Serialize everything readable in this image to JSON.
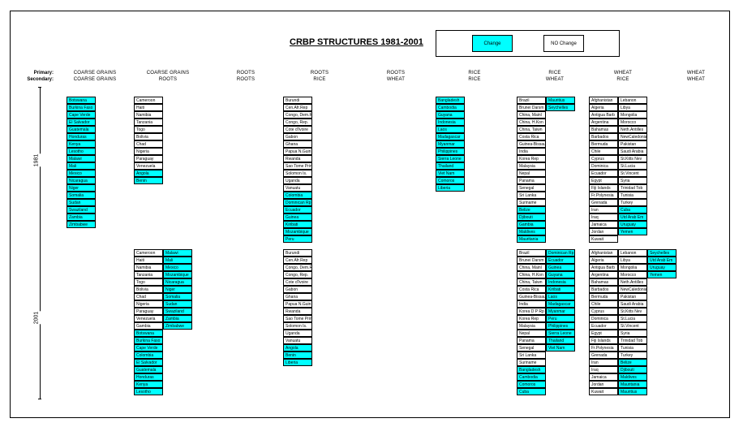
{
  "title": "CRBP STRUCTURES 1981-2001",
  "legend": {
    "change": "Change",
    "no_change": "NO Change"
  },
  "colors": {
    "change": "#00ffff",
    "no_change": "#ffffff"
  },
  "row_labels": {
    "primary": "Primary:",
    "secondary": "Secondary:"
  },
  "years": [
    "1981",
    "2001"
  ],
  "columns": [
    {
      "primary": "COARSE GRAINS",
      "secondary": "COARSE GRAINS"
    },
    {
      "primary": "COARSE GRAINS",
      "secondary": "ROOTS"
    },
    {
      "primary": "ROOTS",
      "secondary": "ROOTS"
    },
    {
      "primary": "ROOTS",
      "secondary": "RICE"
    },
    {
      "primary": "ROOTS",
      "secondary": "WHEAT"
    },
    {
      "primary": "RICE",
      "secondary": "RICE"
    },
    {
      "primary": "RICE",
      "secondary": "WHEAT"
    },
    {
      "primary": "WHEAT",
      "secondary": "RICE"
    },
    {
      "primary": "WHEAT",
      "secondary": "WHEAT"
    }
  ],
  "groups": [
    {
      "year": "1981",
      "column": 0,
      "nochange": [],
      "change": [
        "Botswana",
        "Burkina Faso",
        "Cape Verde",
        "El Salvador",
        "Guatemala",
        "Honduras",
        "Kenya",
        "Lesotho",
        "Malawi",
        "Mali",
        "Mexico",
        "Nicaragua",
        "Niger",
        "Somalia",
        "Sudan",
        "Swaziland",
        "Zambia",
        "Zimbabwe"
      ]
    },
    {
      "year": "1981",
      "column": 1,
      "nochange": [
        "Cameroon",
        "Haiti",
        "Namibia",
        "Tanzania",
        "Togo",
        "Bolivia",
        "Chad",
        "Nigeria",
        "Paraguay",
        "Venezuela"
      ],
      "change": [
        "Angola",
        "Benin"
      ]
    },
    {
      "year": "1981",
      "column": 3,
      "nochange": [
        "Burundi",
        "Cen.Afr.Rep",
        "Congo, Dem.R",
        "Congo, Rep.",
        "Cote d'Ivoire",
        "Gabon",
        "Ghana",
        "Papua N.Guin",
        "Rwanda",
        "Sao Tome Prin",
        "Solomon Is.",
        "Uganda",
        "Vanuatu"
      ],
      "change": [
        "Colombia",
        "Dominican Rp",
        "Ecuador",
        "Guinea",
        "Kiribati",
        "Mozambique",
        "Peru"
      ]
    },
    {
      "year": "1981",
      "column": 5,
      "nochange": [],
      "change": [
        "Bangladesh",
        "Cambodia",
        "Guyana",
        "Indonesia",
        "Laos",
        "Madagascar",
        "Myanmar",
        "Philippines",
        "Sierra Leone",
        "Thailand",
        "Viet Nam",
        "Comoros",
        "Liberia"
      ]
    },
    {
      "year": "1981",
      "column": 6,
      "nochange": [
        "Brazil",
        "Brunei Darsm",
        "China, Mainl",
        "China, H.Kon",
        "China, Taiwn",
        "Costa Rica",
        "Guinea-Bissau",
        "India",
        "Korea Rep",
        "Malaysia",
        "Nepal",
        "Panama",
        "Senegal",
        "Sri Lanka",
        "Suriname"
      ],
      "change": [
        "Belize",
        "Djibouti",
        "Gambia",
        "Maldives",
        "Mauritania",
        "Mauritius",
        "Seychelles"
      ]
    },
    {
      "year": "1981",
      "column": 7,
      "nochange": [
        "Afghanistan",
        "Algeria",
        "Antigua Barb",
        "Argentina",
        "Bahamas",
        "Barbados",
        "Bermuda",
        "Chile",
        "Cyprus",
        "Dominica",
        "Ecuador",
        "Egypt",
        "Fiji Islands",
        "Fr.Polynesia",
        "Grenada",
        "Iran",
        "Iraq",
        "Jamaica",
        "Jordan",
        "Kuwait",
        "Lebanon",
        "Libya",
        "Mongolia",
        "Morocco",
        "Neth.Antilles",
        "NewCaledonia",
        "Pakistan",
        "Saudi Arabia",
        "St.Kitts Nev",
        "St.Lucia",
        "St.Vincent",
        "Syria",
        "Trinidad Tob",
        "Tunisia",
        "Turkey"
      ],
      "change": [
        "Cuba",
        "Utd Arab Em",
        "Uruguay",
        "Yemen"
      ]
    },
    {
      "year": "2001",
      "column": 1,
      "nochange": [
        "Cameroon",
        "Haiti",
        "Namibia",
        "Tanzania",
        "Togo",
        "Bolivia",
        "Chad",
        "Nigeria",
        "Paraguay",
        "Venezuela",
        "Gambia"
      ],
      "change": [
        "Botswana",
        "Burkina Faso",
        "Cape Verde",
        "Colombia",
        "El Salvador",
        "Guatemala",
        "Honduras",
        "Kenya",
        "Lesotho",
        "Malawi",
        "Mali",
        "Mexico",
        "Mozambique",
        "Nicaragua",
        "Niger",
        "Somalia",
        "Sudan",
        "Swaziland",
        "Zambia",
        "Zimbabwe"
      ]
    },
    {
      "year": "2001",
      "column": 3,
      "nochange": [
        "Burundi",
        "Cen.Afr.Rep",
        "Congo, Dem.R",
        "Congo, Rep.",
        "Cote d'Ivoire",
        "Gabon",
        "Ghana",
        "Papua N.Guin",
        "Rwanda",
        "Sao Tome Prin",
        "Solomon Is.",
        "Uganda",
        "Vanuatu"
      ],
      "change": [
        "Angola",
        "Benin",
        "Liberia"
      ]
    },
    {
      "year": "2001",
      "column": 6,
      "nochange": [
        "Brazil",
        "Brunei Darsm",
        "China, Mainl",
        "China, H.Kon",
        "China, Taiwn",
        "Costa Rica",
        "Guinea-Bissau",
        "India",
        "Korea D P Rp",
        "Korea Rep",
        "Malaysia",
        "Nepal",
        "Panama",
        "Senegal",
        "Sri Lanka",
        "Suriname"
      ],
      "change": [
        "Bangladesh",
        "Cambodia",
        "Comoros",
        "Cuba",
        "Dominican Rp",
        "Ecuador",
        "Guinea",
        "Guyana",
        "Indonesia",
        "Kiribati",
        "Laos",
        "Madagascar",
        "Myanmar",
        "Peru",
        "Philippines",
        "Sierra Leone",
        "Thailand",
        "Viet Nam"
      ]
    },
    {
      "year": "2001",
      "column": 7,
      "nochange": [
        "Afghanistan",
        "Algeria",
        "Antigua Barb",
        "Argentina",
        "Bahamas",
        "Barbados",
        "Bermuda",
        "Chile",
        "Cyprus",
        "Dominica",
        "Ecuador",
        "Egypt",
        "Fiji Islands",
        "Fr.Polynesia",
        "Grenada",
        "Iran",
        "Iraq",
        "Jamaica",
        "Jordan",
        "Kuwait",
        "Lebanon",
        "Libya",
        "Mongolia",
        "Morocco",
        "Neth.Antilles",
        "NewCaledonia",
        "Pakistan",
        "Saudi Arabia",
        "St.Kitts Nev",
        "St.Lucia",
        "St.Vincent",
        "Syria",
        "Trinidad Tob",
        "Tunisia",
        "Turkey"
      ],
      "change": [
        "Belize",
        "Djibouti",
        "Maldives",
        "Mauritania",
        "Mauritius",
        "Seychelles",
        "Utd Arab Em",
        "Uruguay",
        "Yemen"
      ]
    }
  ]
}
